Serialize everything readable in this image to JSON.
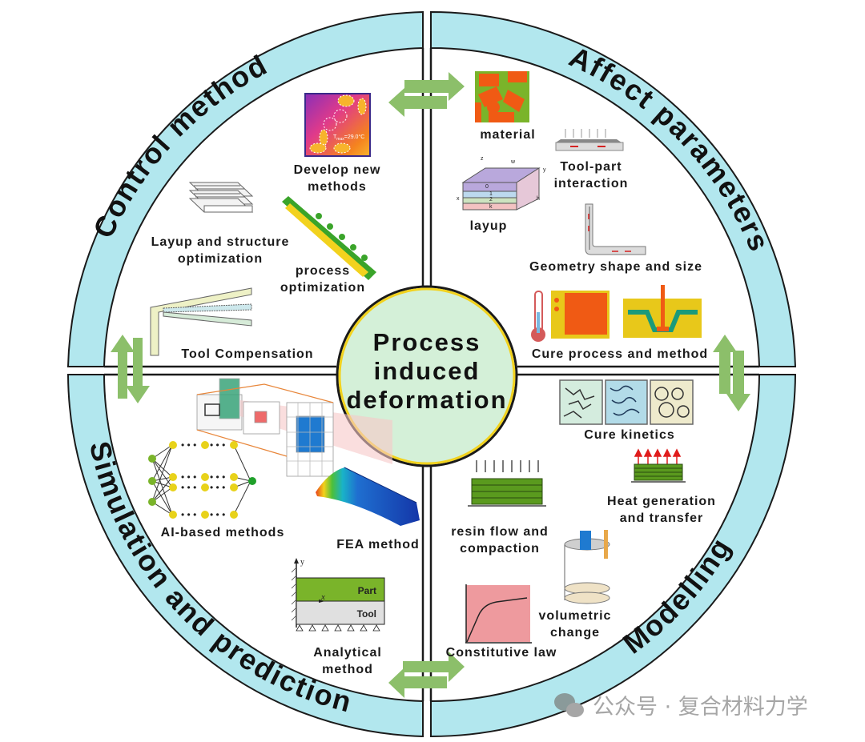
{
  "center": {
    "title_lines": [
      "Process",
      "induced",
      "deformation"
    ]
  },
  "quadrants": {
    "control_method": {
      "ring_label": "Control method",
      "items": {
        "develop_new_methods": [
          "Develop new",
          "methods"
        ],
        "thermal_readout": "T",
        "thermal_subscript": "max",
        "thermal_value": "=29.0°C",
        "layup_structure": [
          "Layup and structure",
          "optimization"
        ],
        "process_optimization": [
          "process",
          "optimization"
        ],
        "tool_compensation": "Tool Compensation"
      }
    },
    "affect_parameters": {
      "ring_label": "Affect parameters",
      "items": {
        "material": "material",
        "tool_part": [
          "Tool-part",
          "interaction"
        ],
        "layup": "layup",
        "layup_axes": {
          "z": "z",
          "w": "w",
          "x": "x",
          "y": "y",
          "h": "h",
          "layers": [
            "0",
            "1",
            "2",
            "...",
            "k"
          ]
        },
        "geometry": "Geometry shape and size",
        "cure_process": "Cure process and method"
      }
    },
    "modelling": {
      "ring_label": "Modelling",
      "items": {
        "cure_kinetics": "Cure kinetics",
        "heat_generation": [
          "Heat generation",
          "and transfer"
        ],
        "resin_flow": [
          "resin flow and",
          "compaction"
        ],
        "volumetric_change": [
          "volumetric",
          "change"
        ],
        "constitutive_law": "Constitutive law"
      }
    },
    "simulation_prediction": {
      "ring_label": "Simulation and prediction",
      "items": {
        "ai_methods": "AI-based methods",
        "fea_method": "FEA method",
        "analytical_method": [
          "Analytical",
          "method"
        ],
        "analytical_labels": {
          "part": "Part",
          "tool": "Tool",
          "x": "x",
          "y": "y"
        }
      }
    }
  },
  "colors": {
    "ring_fill": "#b2e7ee",
    "center_fill": "#d4f0d8",
    "center_border": "#f2d21e",
    "arrow_green": "#8cbf6a",
    "outline": "#1a1a1a"
  },
  "watermark": "公众号 · 复合材料力学"
}
